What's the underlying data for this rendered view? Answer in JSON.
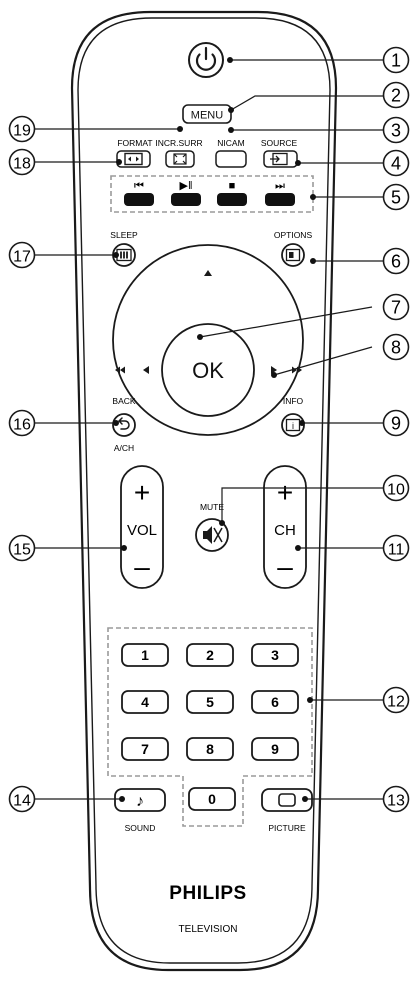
{
  "colors": {
    "ink": "#111111",
    "stroke": "#1a1a1a",
    "paper": "#ffffff",
    "dash": "#9a9a9a"
  },
  "callouts": [
    "1",
    "2",
    "3",
    "4",
    "5",
    "6",
    "7",
    "8",
    "9",
    "10",
    "11",
    "12",
    "13",
    "14",
    "15",
    "16",
    "17",
    "18",
    "19"
  ],
  "labels": {
    "menu": "MENU",
    "format": "FORMAT",
    "incr_surr": "INCR.SURR",
    "nicam": "NICAM",
    "source": "SOURCE",
    "sleep": "SLEEP",
    "options": "OPTIONS",
    "ok": "OK",
    "back": "BACK",
    "ach": "A/CH",
    "info": "INFO",
    "mute": "MUTE",
    "vol": "VOL",
    "ch": "CH",
    "plus": "+",
    "minus": "–",
    "sound": "SOUND",
    "picture": "PICTURE",
    "brand": "PHILIPS",
    "subbrand": "TELEVISION"
  },
  "playback_glyphs": [
    "⏮",
    "▶‖",
    "■",
    "⏭"
  ],
  "keypad": [
    "1",
    "2",
    "3",
    "4",
    "5",
    "6",
    "7",
    "8",
    "9",
    "0"
  ],
  "icons": {
    "power": "power-icon",
    "format": "format-icon",
    "incr_surr": "incr-surround-icon",
    "source": "source-input-icon",
    "sleep": "sleep-timer-icon",
    "options": "options-icon",
    "back": "back-arrow-icon",
    "info": "info-icon",
    "mute": "mute-icon",
    "sound": "music-note-icon",
    "picture": "picture-icon"
  }
}
